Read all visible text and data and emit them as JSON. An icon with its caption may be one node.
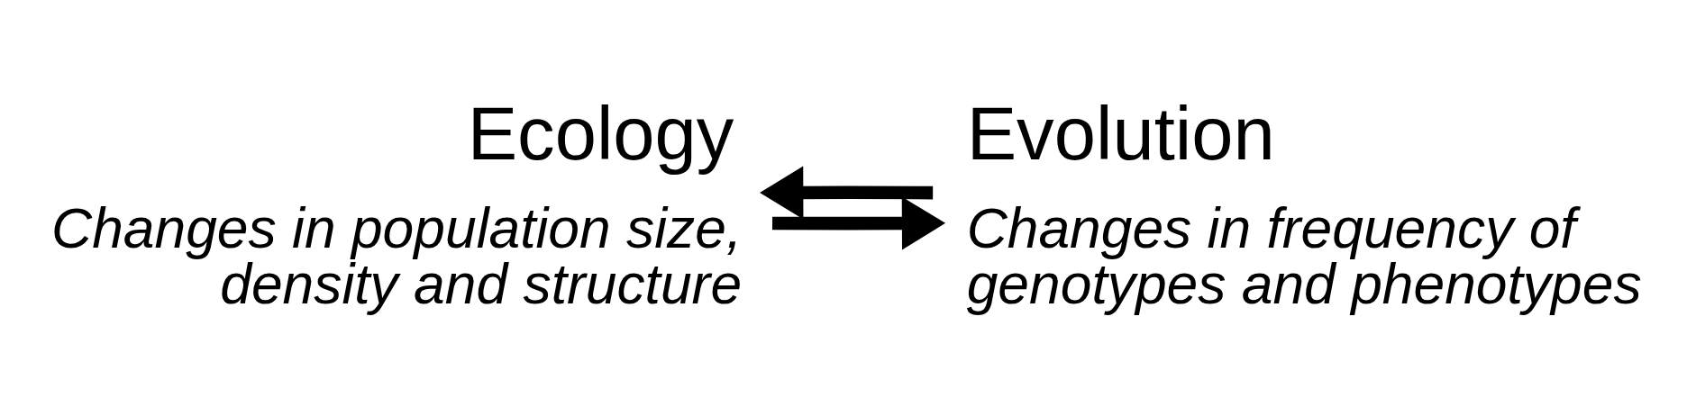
{
  "diagram": {
    "nodes": [
      {
        "text": [
          "Ecology"
        ],
        "beside": [
          "Changes in population size, density and structure"
        ]
      },
      {
        "text": [
          "Evolution"
        ],
        "beside": [
          "Changes in frequency of genotypes and phenotypes"
        ]
      }
    ],
    "edges": [
      {
        "from": 0,
        "to": 1,
        "arrow": "to"
      },
      {
        "from": 1,
        "to": 0,
        "arrow": "to"
      }
    ]
  }
}
